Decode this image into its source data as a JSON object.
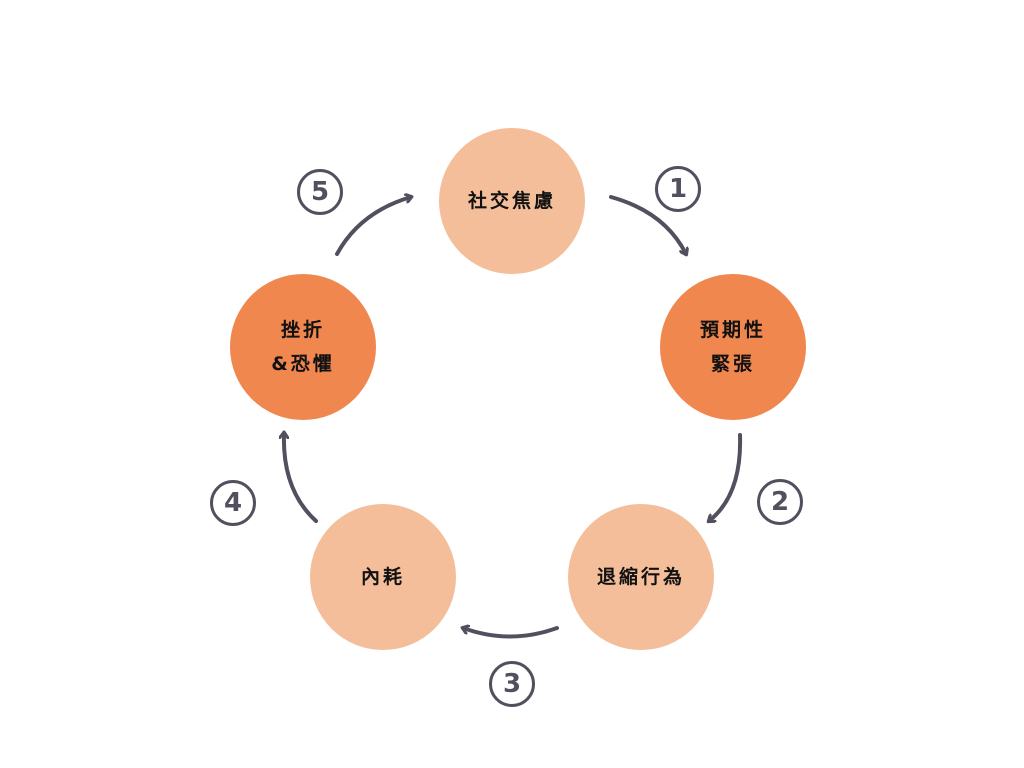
{
  "nodes": [
    {
      "lines": [
        "社交焦慮"
      ],
      "color": "#F4BE9A"
    },
    {
      "lines": [
        "預期性",
        "緊張"
      ],
      "color": "#F0874F"
    },
    {
      "lines": [
        "退縮行為"
      ],
      "color": "#F4BE9A"
    },
    {
      "lines": [
        "內耗"
      ],
      "color": "#F4BE9A"
    },
    {
      "lines": [
        "挫折",
        "&恐懼"
      ],
      "color": "#F0874F"
    }
  ],
  "steps": [
    "1",
    "2",
    "3",
    "4",
    "5"
  ],
  "arrow_color": "#52505e"
}
